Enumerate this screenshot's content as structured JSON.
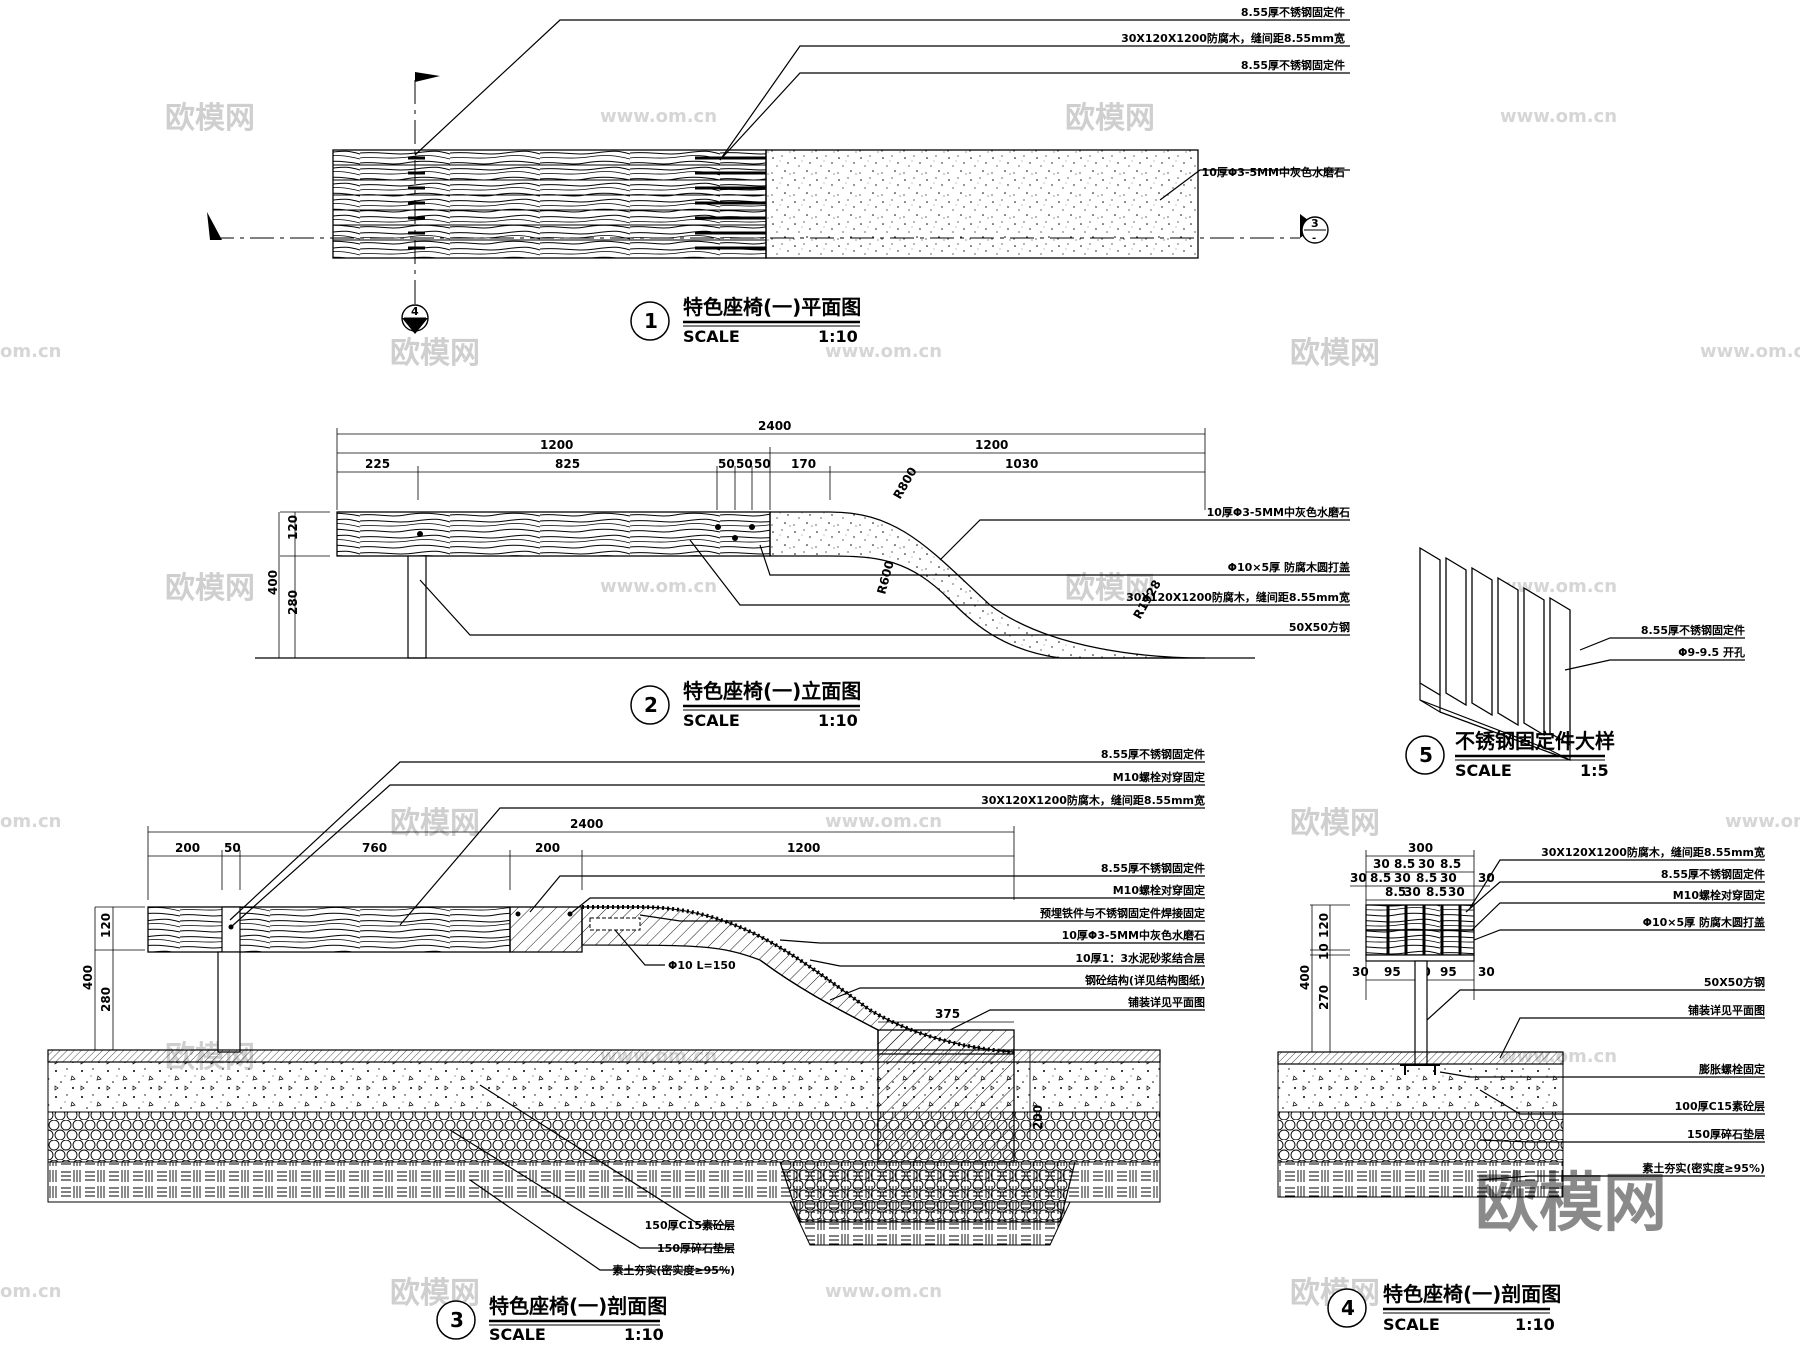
{
  "watermark": {
    "cn": "欧模网",
    "url": "www.om.cn",
    "url_short": "om.cn"
  },
  "fig1": {
    "num": "1",
    "title": "特色座椅(一)平面图",
    "scale_label": "SCALE",
    "scale": "1:10",
    "notes": [
      "8.55厚不锈钢固定件",
      "30X120X1200防腐木，缝间距8.55mm宽",
      "8.55厚不锈钢固定件",
      "10厚Φ3-5MM中灰色水磨石"
    ],
    "sec_a": "4",
    "sec_b": "3",
    "sec_sub": "-"
  },
  "fig2": {
    "num": "2",
    "title": "特色座椅(一)立面图",
    "scale_label": "SCALE",
    "scale": "1:10",
    "dims_top": [
      "2400"
    ],
    "dims_mid": [
      "1200",
      "1200"
    ],
    "dims_low": [
      "225",
      "825",
      "50",
      "50",
      "50",
      "170",
      "1030"
    ],
    "dims_left": [
      "120",
      "400",
      "280"
    ],
    "radii": [
      "R800",
      "R600",
      "R1928"
    ],
    "notes": [
      "10厚Φ3-5MM中灰色水磨石",
      "Φ10×5厚 防腐木圆打盖",
      "30X120X1200防腐木，缝间距8.55mm宽",
      "50X50方钢"
    ]
  },
  "fig3": {
    "num": "3",
    "title": "特色座椅(一)剖面图",
    "scale_label": "SCALE",
    "scale": "1:10",
    "dims_top": [
      "2400"
    ],
    "dims_low": [
      "200",
      "50",
      "760",
      "200",
      "1200"
    ],
    "dims_left": [
      "120",
      "400",
      "280"
    ],
    "dim_375": "375",
    "dim_200": "200",
    "rod": "Φ10 L=150",
    "notes_top": [
      "8.55厚不锈钢固定件",
      "M10螺栓对穿固定",
      "30X120X1200防腐木，缝间距8.55mm宽"
    ],
    "notes_right": [
      "8.55厚不锈钢固定件",
      "M10螺栓对穿固定",
      "预埋铁件与不锈钢固定件焊接固定",
      "10厚Φ3-5MM中灰色水磨石",
      "10厚1：3水泥砂浆结合层",
      "钢砼结构(详见结构图纸)",
      "铺装详见平面图"
    ],
    "notes_bottom": [
      "150厚C15素砼层",
      "150厚碎石垫层",
      "素土夯实(密实度≥95%)"
    ]
  },
  "fig4": {
    "num": "4",
    "title": "特色座椅(一)剖面图",
    "scale_label": "SCALE",
    "scale": "1:10",
    "dim_300": "300",
    "dims_a": [
      "30",
      "8.5",
      "30",
      "8.5"
    ],
    "dims_b": [
      "30",
      "8.5",
      "30",
      "8.5",
      "30",
      "30"
    ],
    "dims_c": [
      "8.5",
      "30",
      "8.5",
      "30"
    ],
    "dims_bottom": [
      "30",
      "95",
      "50",
      "95",
      "30"
    ],
    "dims_left": [
      "120",
      "10",
      "400",
      "270"
    ],
    "notes": [
      "30X120X1200防腐木，缝间距8.55mm宽",
      "8.55厚不锈钢固定件",
      "M10螺栓对穿固定",
      "Φ10×5厚 防腐木圆打盖",
      "50X50方钢",
      "铺装详见平面图",
      "膨胀螺栓固定",
      "100厚C15素砼层",
      "150厚碎石垫层",
      "素土夯实(密实度≥95%)"
    ]
  },
  "fig5": {
    "num": "5",
    "title": "不锈钢固定件大样",
    "scale_label": "SCALE",
    "scale": "1:5",
    "notes": [
      "8.55厚不锈钢固定件",
      "Φ9-9.5 开孔"
    ]
  }
}
